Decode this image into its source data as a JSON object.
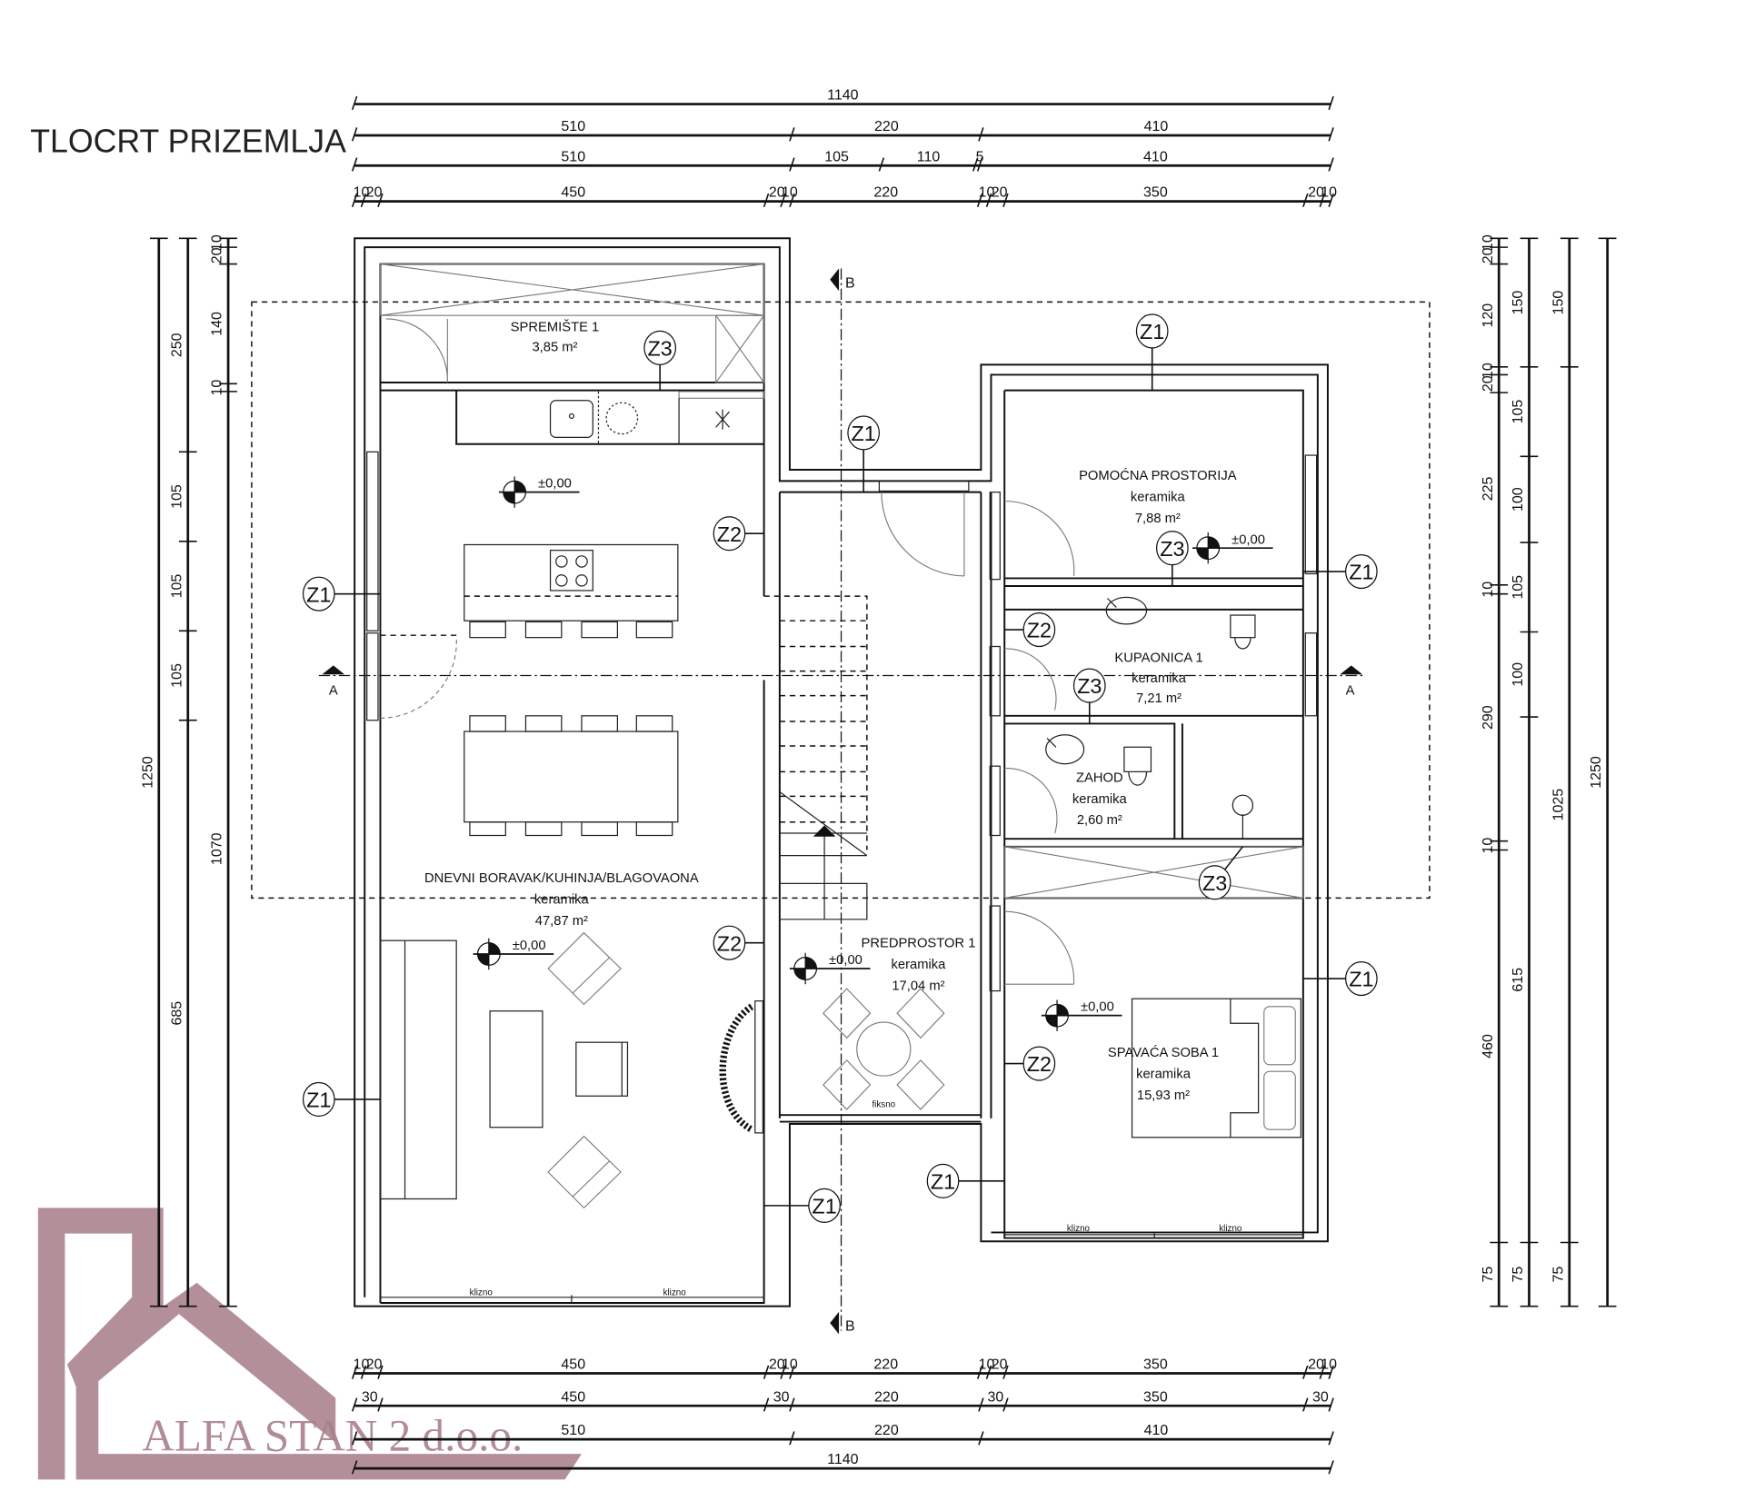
{
  "title": "TLOCRT PRIZEMLJA",
  "watermark": "ALFA STAN 2 d.o.o.",
  "colors": {
    "line": "#111111",
    "watermark": "#a9808b"
  },
  "dims": {
    "top": [
      [
        "1140"
      ],
      [
        "510",
        "220",
        "410"
      ],
      [
        "510",
        "105",
        "110",
        "5",
        "410"
      ],
      [
        "10",
        "20",
        "450",
        "20",
        "10",
        "220",
        "10",
        "20",
        "350",
        "20",
        "10"
      ]
    ],
    "bottom": [
      [
        "10",
        "20",
        "450",
        "20",
        "10",
        "220",
        "10",
        "20",
        "350",
        "20",
        "10"
      ],
      [
        "30",
        "450",
        "30",
        "220",
        "30",
        "350",
        "30"
      ],
      [
        "510",
        "220",
        "410"
      ],
      [
        "1140"
      ]
    ],
    "left": [
      [
        "1250"
      ],
      [
        "250",
        "105",
        "105",
        "105",
        "685"
      ],
      [
        "10",
        "20",
        "140",
        "10",
        "1070"
      ]
    ],
    "right": [
      [
        "10",
        "20",
        "120",
        "10",
        "20",
        "225",
        "10",
        "290",
        "10",
        "460",
        "75"
      ],
      [
        "150",
        "105",
        "100",
        "105",
        "100",
        "615",
        "75"
      ],
      [
        "150",
        "1025",
        "75"
      ],
      [
        "1250"
      ]
    ]
  },
  "rooms": {
    "storage": {
      "name": "SPREMIŠTE 1",
      "area": "3,85 m²"
    },
    "living": {
      "name": "DNEVNI BORAVAK/KUHINJA/BLAGOVAONA",
      "floor": "keramika",
      "area": "47,87 m²"
    },
    "utility": {
      "name": "POMOĆNA PROSTORIJA",
      "floor": "keramika",
      "area": "7,88 m²"
    },
    "bathroom": {
      "name": "KUPAONICA 1",
      "floor": "keramika",
      "area": "7,21 m²"
    },
    "wc": {
      "name": "ZAHOD",
      "floor": "keramika",
      "area": "2,60 m²"
    },
    "hall": {
      "name": "PREDPROSTOR 1",
      "floor": "keramika",
      "area": "17,04 m²"
    },
    "bedroom": {
      "name": "SPAVAĆA SOBA 1",
      "floor": "keramika",
      "area": "15,93 m²"
    }
  },
  "level": "±0,00",
  "tags": {
    "z1": "Z1",
    "z2": "Z2",
    "z3": "Z3"
  },
  "sections": {
    "a": "A",
    "b": "B"
  },
  "window_types": {
    "sliding": "klizno",
    "fixed": "fiksno"
  }
}
